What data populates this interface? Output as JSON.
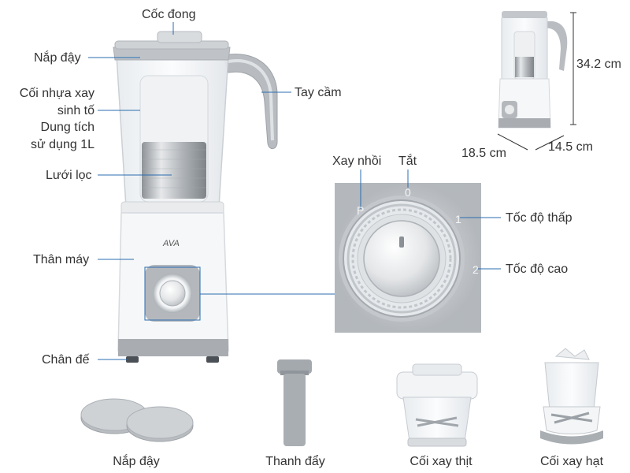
{
  "main_labels": {
    "measuring_cup": "Cốc đong",
    "lid": "Nắp đậy",
    "jar_line1": "Cối nhựa xay",
    "jar_line2": "sinh tố",
    "jar_line3": "Dung tích",
    "jar_line4": "sử dụng 1L",
    "filter": "Lưới lọc",
    "body": "Thân máy",
    "base": "Chân đế",
    "handle": "Tay cầm"
  },
  "brand": "AVA",
  "knob": {
    "pulse": "Xay nhồi",
    "off": "Tắt",
    "low_speed": "Tốc độ thấp",
    "high_speed": "Tốc độ cao",
    "mark_pulse": "P",
    "mark_off": "0",
    "mark_low": "1",
    "mark_high": "2"
  },
  "dimensions": {
    "height": "34.2 cm",
    "width": "18.5 cm",
    "depth": "14.5 cm"
  },
  "accessories": {
    "lids": "Nắp đậy",
    "pusher": "Thanh đẩy",
    "meat_grinder": "Cối xay thịt",
    "nut_grinder": "Cối xay hạt"
  },
  "colors": {
    "body_white": "#f4f4f4",
    "gray": "#9fa3a8",
    "line": "#2b6cb0"
  }
}
